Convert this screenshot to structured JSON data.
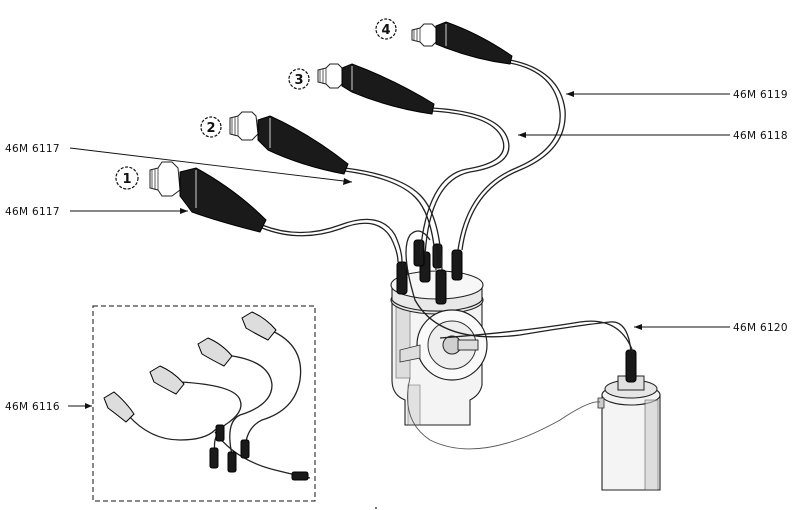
{
  "callouts": {
    "plug_1": "1",
    "plug_2": "2",
    "plug_3": "3",
    "plug_4": "4"
  },
  "parts": {
    "lead_4": "46M 6119",
    "lead_3": "46M 6118",
    "lead_2": "46M 6117",
    "lead_1": "46M 6117",
    "coil_lead": "46M 6120",
    "set": "46M 6116"
  }
}
